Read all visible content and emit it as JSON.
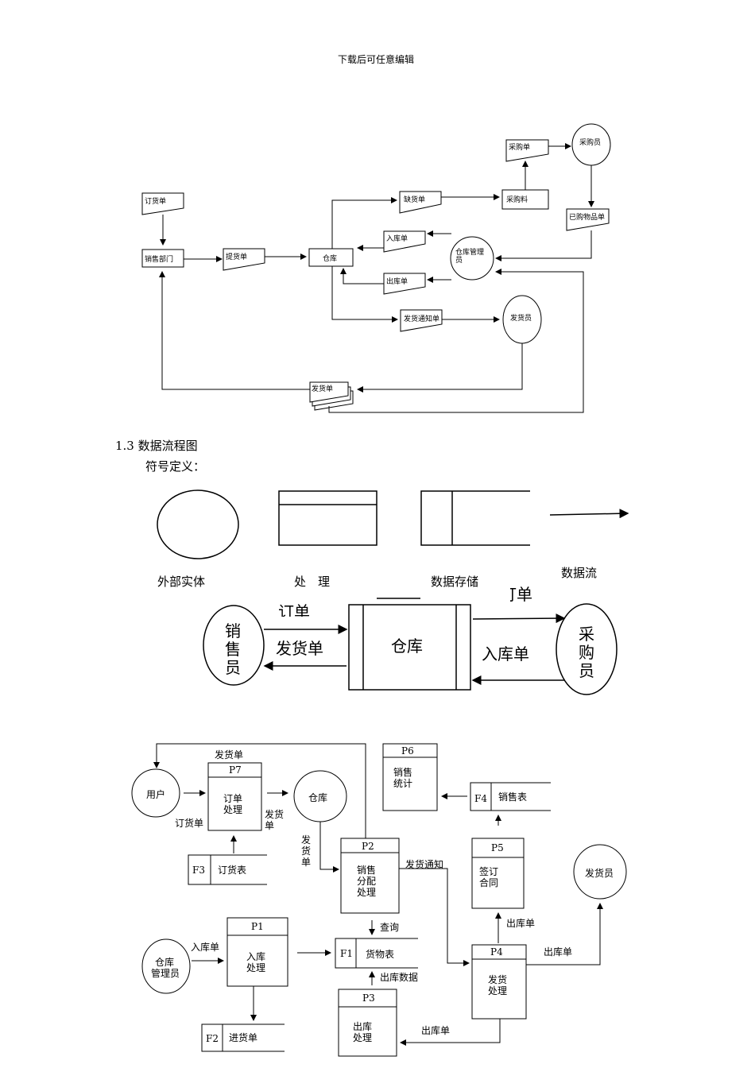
{
  "header": {
    "note": "下载后可任意编辑"
  },
  "diagram1": {
    "order_form": "订货单",
    "sales_dept": "销售部门",
    "pick_form": "提货单",
    "warehouse": "仓库",
    "shortage_form": "缺货单",
    "purchase_material": "采购料",
    "purchase_form": "采购单",
    "buyer": "采购员",
    "purchased_goods_form": "已购物品单",
    "stock_in_form": "入库单",
    "stock_out_form": "出库单",
    "warehouse_manager": "仓库管理员",
    "delivery_notice": "发货通知单",
    "shipper": "发货员",
    "delivery_form": "发货单"
  },
  "section": {
    "heading": "1.3 数据流程图",
    "symbol_def": "符号定义：",
    "legend": [
      "外部实体",
      "处　理",
      "数据存储",
      "数据流"
    ]
  },
  "diagram2": {
    "salesperson": [
      "销",
      "售",
      "员"
    ],
    "order_label": "订单",
    "order_label_cut": "订单",
    "delivery_label": "发货单",
    "warehouse": "仓库",
    "stock_in_label": "入库单",
    "buyer": [
      "采",
      "购",
      "员"
    ]
  },
  "diagram3": {
    "user": "用户",
    "p7_id": "P7",
    "p7_name": [
      "订单",
      "处理"
    ],
    "top_label": "发货单",
    "order_form": "订货单",
    "delivery_form_v": [
      "发货",
      "单"
    ],
    "warehouse": "仓库",
    "delivery_v": [
      "发",
      "货",
      "单"
    ],
    "f3_id": "F3",
    "f3_name": "订货表",
    "p2_id": "P2",
    "p2_name": [
      "销售",
      "分配",
      "处理"
    ],
    "delivery_notice": "发货通知",
    "p6_id": "P6",
    "p6_name": [
      "销售",
      "统计"
    ],
    "f4_id": "F4",
    "f4_name": "销售表",
    "p5_id": "P5",
    "p5_name": [
      "签订",
      "合同"
    ],
    "shipper": "发货员",
    "stock_out_a": "出库单",
    "stock_out_b": "出库单",
    "stock_out_c": "出库单",
    "p4_id": "P4",
    "p4_name": [
      "发货",
      "处理"
    ],
    "wh_manager": [
      "仓库",
      "管理员"
    ],
    "stock_in": "入库单",
    "p1_id": "P1",
    "p1_name": [
      "入库",
      "处理"
    ],
    "f1_id": "F1",
    "f1_name": "货物表",
    "query": "查询",
    "stock_out_data": "出库数据",
    "p3_id": "P3",
    "p3_name": [
      "出库",
      "处理"
    ],
    "f2_id": "F2",
    "f2_name": "进货单"
  }
}
